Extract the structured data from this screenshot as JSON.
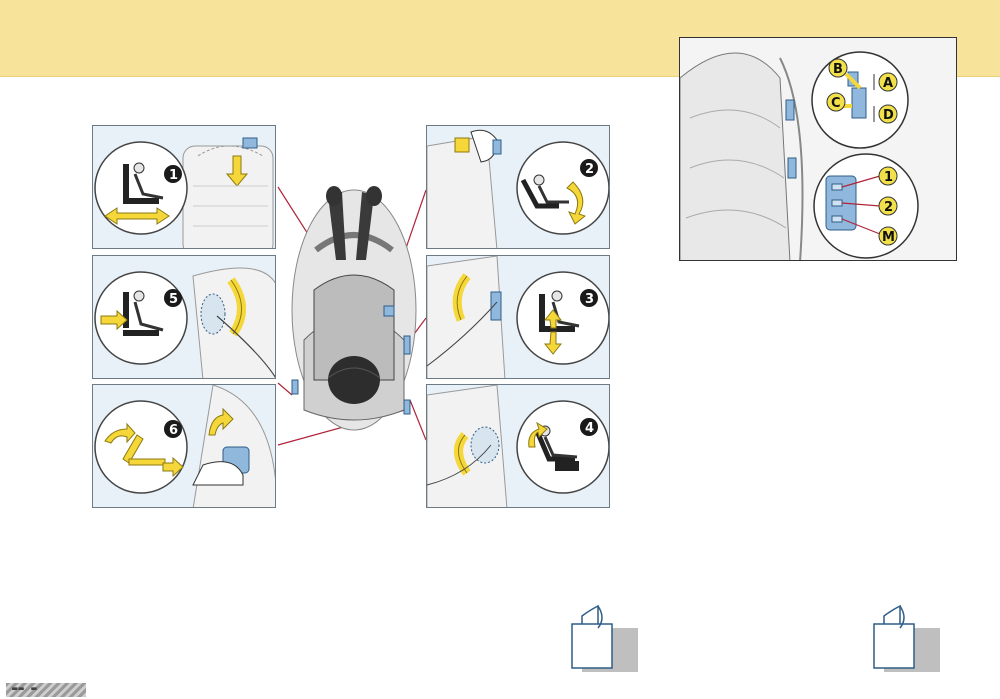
{
  "panels": [
    {
      "id": "p1",
      "number": "1"
    },
    {
      "id": "p2",
      "number": "2"
    },
    {
      "id": "p3",
      "number": "3"
    },
    {
      "id": "p4",
      "number": "4"
    },
    {
      "id": "p5",
      "number": "5"
    },
    {
      "id": "p6",
      "number": "6"
    }
  ],
  "inset": {
    "letters": [
      "B",
      "A",
      "C",
      "D"
    ],
    "memory_buttons": [
      "1",
      "2",
      "M"
    ]
  },
  "footer": {
    "mark_text": "▬▬ ▬"
  },
  "colors": {
    "header_band": "#f7e39a",
    "panel_bg": "#e8f1f8",
    "callout_line": "#b0243a",
    "arrow_yellow": "#f5d73a",
    "badge_yellow": "#f1e04a",
    "control_blue": "#8fb8dc"
  },
  "icons": [
    "seat-adjust-diagram",
    "page-turn-icon",
    "page-turn-icon"
  ]
}
